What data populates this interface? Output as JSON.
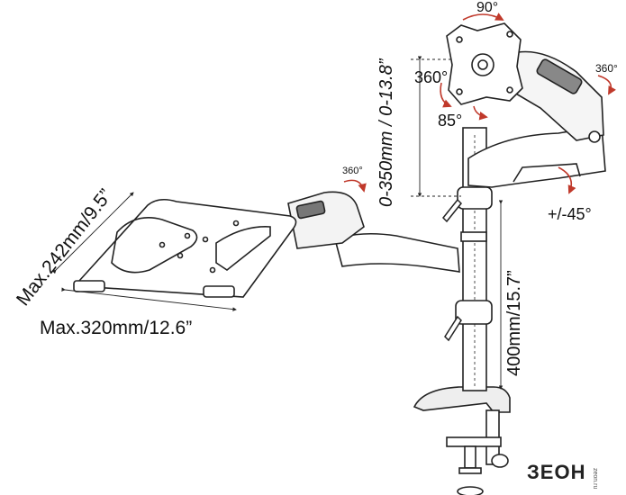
{
  "labels": {
    "laptop_depth": "Max.242mm/9.5”",
    "laptop_width": "Max.320mm/12.6”",
    "height_range": "0-350mm / 0-13.8”",
    "pole_height": "400mm/15.7”",
    "rotation_90": "90°",
    "rotation_360_vesa": "360°",
    "tilt_85": "85°",
    "rotation_360_arm": "360°",
    "rotation_360_laptop": "360°",
    "tilt_45": "+/-45°"
  },
  "logo": {
    "text": "ЗЕОН",
    "sub": "zeon.ru"
  },
  "colors": {
    "line": "#222222",
    "arrow_red": "#c0392b",
    "background": "#ffffff"
  }
}
